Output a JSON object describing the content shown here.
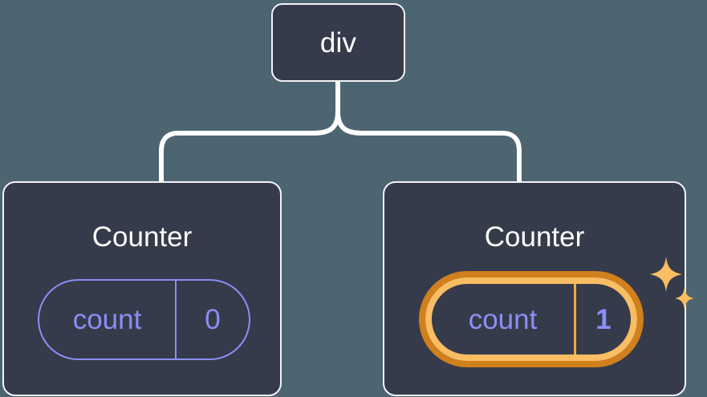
{
  "diagram": {
    "type": "component-tree",
    "background_color": "#4c6570",
    "node_fill_color": "#353b4a",
    "node_border_color": "#f2f4f8",
    "connector_color": "#ffffff",
    "accent_purple": "#8b8ef5",
    "highlight_orange_outer": "#d0801c",
    "highlight_orange_inner": "#f9bd63",
    "sparkle_color": "#f9bd63"
  },
  "root": {
    "label": "div"
  },
  "children": [
    {
      "title": "Counter",
      "state": {
        "key": "count",
        "value": "0"
      },
      "highlighted": false,
      "sparkle": false
    },
    {
      "title": "Counter",
      "state": {
        "key": "count",
        "value": "1"
      },
      "highlighted": true,
      "sparkle": true
    }
  ],
  "icons": {
    "sparkle_large": "sparkle-icon",
    "sparkle_small": "sparkle-icon"
  }
}
